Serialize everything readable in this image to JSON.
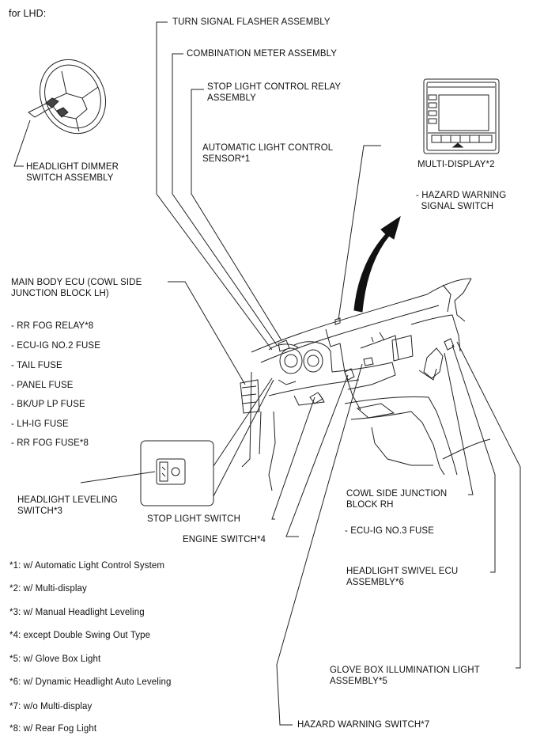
{
  "header": {
    "section": "for LHD:"
  },
  "labels": {
    "turn_signal_flasher": "TURN SIGNAL FLASHER ASSEMBLY",
    "combination_meter": "COMBINATION METER ASSEMBLY",
    "stop_light_relay": "STOP LIGHT CONTROL RELAY\nASSEMBLY",
    "auto_light_sensor": "AUTOMATIC LIGHT CONTROL\nSENSOR*1",
    "multi_display": "MULTI-DISPLAY*2",
    "hazard_signal_switch": "- HAZARD WARNING\n  SIGNAL SWITCH",
    "headlight_dimmer": "HEADLIGHT DIMMER\nSWITCH ASSEMBLY",
    "main_body_ecu": "MAIN BODY ECU (COWL SIDE\nJUNCTION BLOCK LH)",
    "headlight_leveling": "HEADLIGHT LEVELING\nSWITCH*3",
    "stop_light_switch": "STOP LIGHT SWITCH",
    "engine_switch": "ENGINE SWITCH*4",
    "cowl_side_rh": "COWL SIDE JUNCTION\nBLOCK RH",
    "ecu_ig_no3": "- ECU-IG NO.3 FUSE",
    "headlight_swivel": "HEADLIGHT SWIVEL ECU\nASSEMBLY*6",
    "glove_box_light": "GLOVE BOX ILLUMINATION LIGHT\nASSEMBLY*5",
    "hazard_warning_switch": "HAZARD WARNING SWITCH*7"
  },
  "lh_fuses": [
    "- RR FOG RELAY*8",
    "- ECU-IG NO.2 FUSE",
    "- TAIL FUSE",
    "- PANEL FUSE",
    "- BK/UP LP FUSE",
    "- LH-IG FUSE",
    "- RR FOG FUSE*8"
  ],
  "footnotes": [
    "*1: w/ Automatic Light Control System",
    "*2: w/ Multi-display",
    "*3: w/ Manual Headlight Leveling",
    "*4: except Double Swing Out Type",
    "*5: w/ Glove Box Light",
    "*6: w/ Dynamic Headlight Auto Leveling",
    "*7: w/o Multi-display",
    "*8: w/ Rear Fog Light"
  ],
  "icons": [
    "steering-wheel-icon",
    "multi-display-icon",
    "leveling-switch-icon",
    "instrument-panel-icon",
    "arrow-icon"
  ]
}
